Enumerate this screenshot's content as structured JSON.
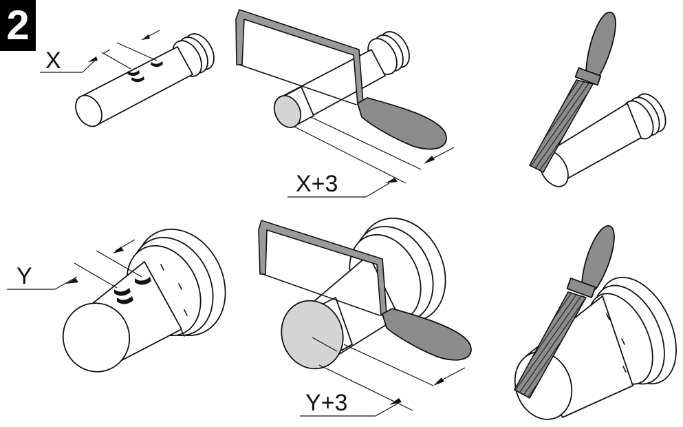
{
  "step": {
    "number": "2"
  },
  "labels": {
    "top_mark": "X",
    "top_cut": "X+3",
    "bottom_mark": "Y",
    "bottom_cut": "Y+3"
  },
  "icons": [
    "pipe-fitting",
    "hacksaw",
    "file-tool"
  ],
  "colors": {
    "badge_bg": "#000000",
    "tool_grey": "#8c8c8c",
    "cut_face": "#d4d4d4"
  }
}
